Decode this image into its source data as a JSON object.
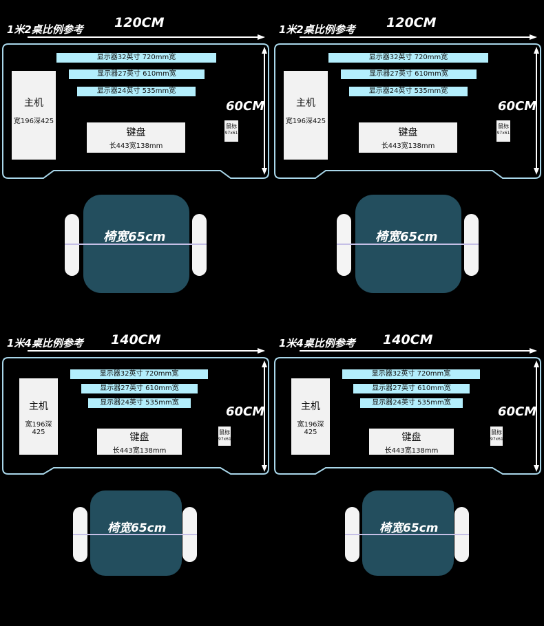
{
  "colors": {
    "outline": "#a9d7ea",
    "monitor": "#b3eefc",
    "chair": "#234e5e",
    "item": "#f2f2f2"
  },
  "panels": [
    {
      "title": "1米2桌比例参考",
      "width_label": "120CM",
      "depth_label": "60CM",
      "monitors": [
        "显示器32英寸 720mm宽",
        "显示器27英寸 610mm宽",
        "显示器24英寸 535mm宽"
      ],
      "pc": {
        "name": "主机",
        "dims": "宽196深425"
      },
      "keyboard": {
        "name": "键盘",
        "dims": "长443宽138mm"
      },
      "mouse": {
        "name": "鼠标",
        "dims": "97x61"
      },
      "chair_label": "椅宽65cm"
    },
    {
      "title": "1米2桌比例参考",
      "width_label": "120CM",
      "depth_label": "60CM",
      "monitors": [
        "显示器32英寸 720mm宽",
        "显示器27英寸 610mm宽",
        "显示器24英寸 535mm宽"
      ],
      "pc": {
        "name": "主机",
        "dims": "宽196深425"
      },
      "keyboard": {
        "name": "键盘",
        "dims": "长443宽138mm"
      },
      "mouse": {
        "name": "鼠标",
        "dims": "97x61"
      },
      "chair_label": "椅宽65cm"
    },
    {
      "title": "1米4桌比例参考",
      "width_label": "140CM",
      "depth_label": "60CM",
      "monitors": [
        "显示器32英寸 720mm宽",
        "显示器27英寸 610mm宽",
        "显示器24英寸 535mm宽"
      ],
      "pc": {
        "name": "主机",
        "dims": "宽196深425"
      },
      "keyboard": {
        "name": "键盘",
        "dims": "长443宽138mm"
      },
      "mouse": {
        "name": "鼠标",
        "dims": "97x61"
      },
      "chair_label": "椅宽65cm"
    },
    {
      "title": "1米4桌比例参考",
      "width_label": "140CM",
      "depth_label": "60CM",
      "monitors": [
        "显示器32英寸 720mm宽",
        "显示器27英寸 610mm宽",
        "显示器24英寸 535mm宽"
      ],
      "pc": {
        "name": "主机",
        "dims": "宽196深425"
      },
      "keyboard": {
        "name": "键盘",
        "dims": "长443宽138mm"
      },
      "mouse": {
        "name": "鼠标",
        "dims": "97x61"
      },
      "chair_label": "椅宽65cm"
    }
  ]
}
